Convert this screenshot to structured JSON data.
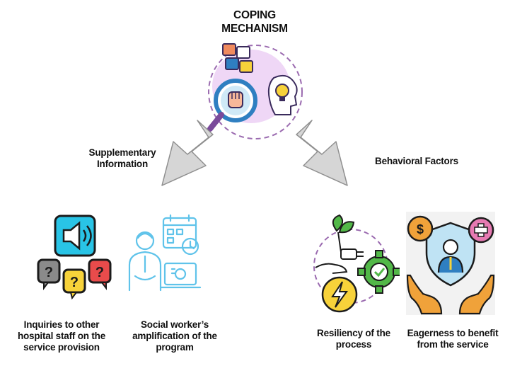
{
  "title": {
    "line1": "COPING",
    "line2": "MECHANISM"
  },
  "branches": {
    "left": {
      "line1": "Supplementary",
      "line2": "Information"
    },
    "right": {
      "line1": "Behavioral Factors"
    }
  },
  "items": [
    {
      "line1": "Inquiries to other",
      "line2": "hospital staff on the",
      "line3": "service provision"
    },
    {
      "line1": "Social worker’s",
      "line2": "amplification of the",
      "line3": "program"
    },
    {
      "line1": "Resiliency of the",
      "line2": "process"
    },
    {
      "line1": "Eagerness to benefit",
      "line2": "from the service"
    }
  ],
  "icons": {
    "center": "coping-mechanism-icon",
    "item1": "speaker-question-bubbles-icon",
    "item2": "person-calendar-laptop-icon",
    "item3": "plant-plug-bolt-gear-icon",
    "item4": "shield-person-coins-hands-icon"
  },
  "colors": {
    "text": "#111111",
    "arrow_fill": "#d6d6d6",
    "arrow_stroke": "#8f8f8f",
    "lavender": "#efd7f6",
    "dashed_circle": "#9b6bb0",
    "cyan": "#29c4e6",
    "yellow": "#f7d23a",
    "green": "#52b848",
    "red": "#e94b4b",
    "blue": "#2f7fc1"
  }
}
